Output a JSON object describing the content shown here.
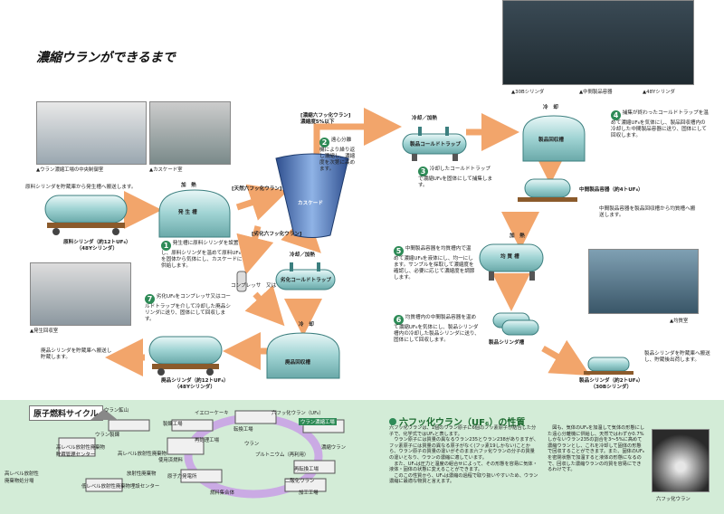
{
  "title": "濃縮ウランができるまで",
  "photos": {
    "control_room": "▲ウラン濃縮工場の中央制御室",
    "cascade_room": "▲カスケード室",
    "generation_room": "▲発生回収室",
    "cylinders_30b": "▲30Bシリンダ",
    "intermediate_container": "▲中間製品容器",
    "cylinders_48y": "▲48Yシリンダ",
    "homogenizing_room": "▲均質室",
    "uf6_photo_caption": "六フッ化ウラン"
  },
  "process": {
    "intro_text": "原料シリンダを貯蔵庫から発生槽へ搬送します。",
    "heat1": "加　熱",
    "generator": "発 生 槽",
    "natural_uf6": "[天然六フッ化ウラン]",
    "enriched_uf6": "[濃縮六フッ化ウラン]\n濃縮度5%以下",
    "cascade": "カスケード",
    "depleted_uf6": "[劣化六フッ化ウラン]",
    "feed_cylinder": "原料シリンダ（約12トUF₆）\n（48Yシリンダ）",
    "step1": "発生槽に原料シリンダを設置し、原料シリンダを温めて原料UF₆を固体から気体にし、カスケードに供給します。",
    "step2": "遠心分離機により繰り返し濃縮し、濃縮度を次第に高めます。",
    "cool_heat_top": "冷却／加熱",
    "product_cold_trap": "製品コールドトラップ",
    "step3": "冷却したコールドトラップで濃縮UF₆を固体にして捕集します。",
    "cool_top": "冷　却",
    "product_recovery": "製品回収槽",
    "step4": "捕集が終わったコールドトラップを温めて濃縮UF₆を気体にし、製品回収槽内の冷却した中間製品容器に送り、固体にして回収します。",
    "intermediate_label": "中間製品容器（約4トUF₆）",
    "intermediate_transport": "中間製品容器を製品回収槽から均質槽へ搬送します。",
    "cool_heat_mid": "冷却／加熱",
    "tails_cold_trap": "劣化コールドトラップ",
    "compressor": "コンプレッサ　又は",
    "step5": "中間製品容器を均質槽内で温めて濃縮UF₆を液体にし、均一にします。サンプルを採取して濃縮度を確認し、必要に応じて濃縮度を調節します。",
    "heat2": "加　熱",
    "homogenizer": "均 質 槽",
    "step6": "均質槽内の中間製品容器を温めて濃縮UF₆を気体にし、製品シリンダ槽内の冷却した製品シリンダに送り、固体にして回収します。",
    "product_cyl_tank": "製品シリンダ槽",
    "step7": "劣化UF₆をコンプレッサ又はコールドトラップを介して冷却した廃品シリンダに送り、固体にして回収します。",
    "cool_mid": "冷　却",
    "tails_recovery": "廃品回収槽",
    "tails_store": "廃品シリンダを貯蔵庫へ搬送し貯蔵します。",
    "tails_cylinder": "廃品シリンダ（約12トUF₆）\n（48Yシリンダ）",
    "product_store": "製品シリンダを貯蔵庫へ搬送し、貯蔵後出荷します。",
    "product_cylinder": "製品シリンダ（約2トUF₆）\n（30Bシリンダ）"
  },
  "cycle": {
    "title": "原子燃料サイクル",
    "items": {
      "mine": "ウラン鉱山",
      "refinery": "ウラン製錬",
      "refining_plant": "製錬工場",
      "yellowcake": "イエローケーキ",
      "conversion": "転換工場",
      "uf6": "六フッ化ウラン（UF₆）",
      "enrichment": "ウラン濃縮工場",
      "enriched_uranium": "濃縮ウラン",
      "reprocessing": "再処理工場",
      "uranium": "ウラン",
      "plutonium": "プルトニウム（再利用）",
      "reconversion": "再転換工場",
      "uo2": "二酸化ウラン",
      "fabrication": "加工工場",
      "npp": "原子力発電所",
      "fuel": "燃料集合体",
      "spent_fuel": "使用済燃料",
      "hlw_center": "高レベル放射性廃棄物\n貯蔵管理センター",
      "hlw": "高レベル放射性廃棄物",
      "hlw_disposal": "高レベル放射性\n廃棄物処分場",
      "llw": "放射性廃棄物",
      "llw_center": "低レベル放射性廃棄物埋設センター"
    }
  },
  "properties": {
    "title": "六フッ化ウラン（UF₆）の性質",
    "col1": "六フッ化ウランは、1個のウラン原子に6個のフッ素原子が結合した分子で、化学式ではUF₆と表します。\n　ウラン原子には質量の異なるウラン235とウラン238がありますが、フッ素原子には質量の異なる原子がなく(フッ素19しかない)ことから、ウラン原子の質量の違いがそのまま六フッ化ウランの分子の質量の違いとなり、ウランの濃縮に適しています。\n　また、UF₆は圧力と温度の組合せによって、その形態を容易に気体・液体・固体の状態に変えることができます。\n　このこの性質から、UF₆は濃縮の過程で取り扱いやすいため、ウラン濃縮に最適な物質と言えます。",
    "col2": "　図も、気体のUF₆を加温して気体の形態にした遠心分離機に供給し、天然ではわずか0.7%しかないウラン235の割合を3〜5%に高めて濃縮ウランとし、これを冷却して固体の形態で回収することができます。また、固体のUF₆を密閉状態で加温すると液体の形態になるので、回収した濃縮ウランの均質を容易にできるわけです。"
  },
  "colors": {
    "arrow": "#f2a56b",
    "equipment_fill": "#bfe3e3",
    "equipment_stroke": "#3c7f7f",
    "step_circle": "#2e8b57",
    "bottom_panel": "#d3ecd7",
    "pallet": "#8b5a2b"
  }
}
